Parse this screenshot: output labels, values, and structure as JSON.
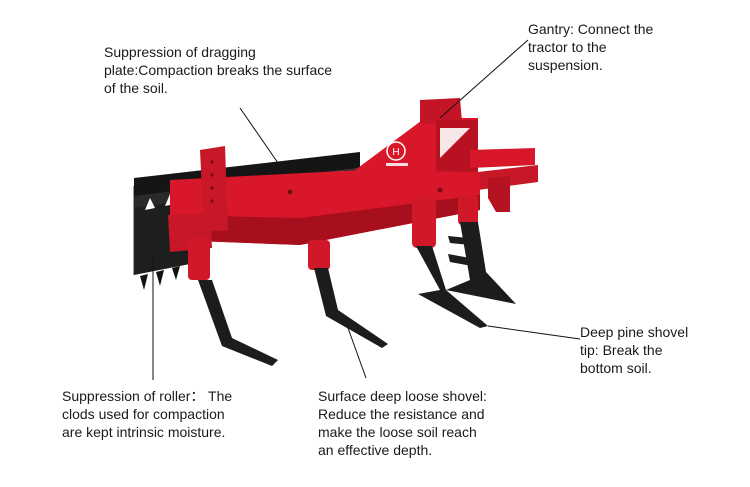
{
  "diagram": {
    "subject": "Subsoiler cultivator with roller and dragging plate",
    "logo_glyph": "H",
    "colors": {
      "frame_red": "#d8182a",
      "frame_dark_red": "#a80f1d",
      "steel_black": "#1c1c1c",
      "leader": "#111111",
      "text": "#1a1a1a"
    }
  },
  "annotations": {
    "dragging_plate": {
      "lines": [
        "Suppression of dragging",
        "plate:Compaction breaks the surface",
        "of the soil."
      ]
    },
    "gantry": {
      "lines": [
        "Gantry: Connect the",
        "tractor to the",
        "suspension."
      ]
    },
    "pine_shovel_tip": {
      "lines": [
        "Deep pine shovel",
        "tip: Break the",
        "bottom soil."
      ]
    },
    "roller": {
      "lines": [
        "Suppression of roller： The",
        "clods used for compaction",
        "are kept intrinsic moisture."
      ]
    },
    "loose_shovel": {
      "lines": [
        "Surface deep loose shovel:",
        "Reduce the resistance and",
        "make the loose soil reach",
        "an effective depth."
      ]
    }
  }
}
